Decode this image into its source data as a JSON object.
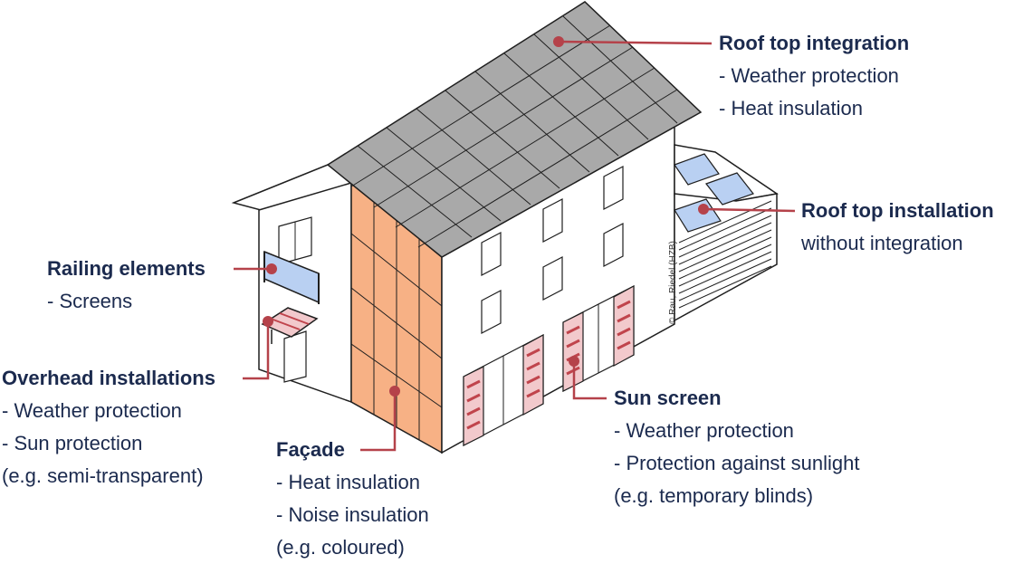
{
  "callouts": {
    "roof_integration": {
      "title": "Roof top integration",
      "lines": [
        "- Weather protection",
        "- Heat insulation"
      ]
    },
    "roof_installation": {
      "title": "Roof top installation",
      "lines": [
        "without integration"
      ]
    },
    "railing": {
      "title": "Railing elements",
      "lines": [
        "- Screens"
      ]
    },
    "overhead": {
      "title": "Overhead installations",
      "lines": [
        "- Weather protection",
        "- Sun protection",
        "(e.g. semi-transparent)"
      ]
    },
    "facade": {
      "title": "Façade",
      "lines": [
        "- Heat insulation",
        "- Noise insulation",
        "(e.g. coloured)"
      ]
    },
    "sun_screen": {
      "title": "Sun screen",
      "lines": [
        "- Weather protection",
        "- Protection against sunlight",
        "(e.g. temporary blinds)"
      ]
    }
  },
  "credit": "© Rau, Riedel (HZB)",
  "colors": {
    "label_text": "#1b2a4e",
    "leader_line": "#b5424a",
    "facade_panel": "#f7b185",
    "roof_panel": "#a9a9a9",
    "pv_panel": "#b9d0f2",
    "wall": "#ffffff",
    "outline": "#1f1f1f"
  }
}
